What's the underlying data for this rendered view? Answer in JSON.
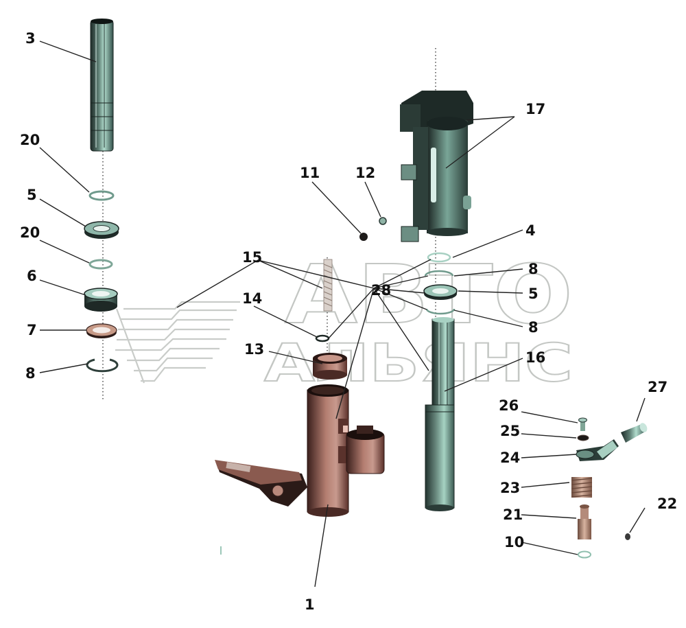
{
  "watermark": {
    "line1": "АВТО",
    "line2": "АЛЬЯНС"
  },
  "labels": {
    "p1": "1",
    "p3": "3",
    "p4": "4",
    "p5a": "5",
    "p5b": "5",
    "p6": "6",
    "p7": "7",
    "p8a": "8",
    "p8b": "8",
    "p8c": "8",
    "p10": "10",
    "p11": "11",
    "p12": "12",
    "p13": "13",
    "p14": "14",
    "p15": "15",
    "p16": "16",
    "p17": "17",
    "p20a": "20",
    "p20b": "20",
    "p21": "21",
    "p22": "22",
    "p23": "23",
    "p24": "24",
    "p25": "25",
    "p26": "26",
    "p27": "27",
    "p28": "28"
  },
  "colors": {
    "housing": "#b07a6e",
    "housing_dark": "#4a2a26",
    "shaft": "#8fbfae",
    "shaft_dark": "#2f4a44",
    "bracket": "#5a7b70",
    "bracket_dark": "#1e2a28",
    "label": "#111111"
  }
}
